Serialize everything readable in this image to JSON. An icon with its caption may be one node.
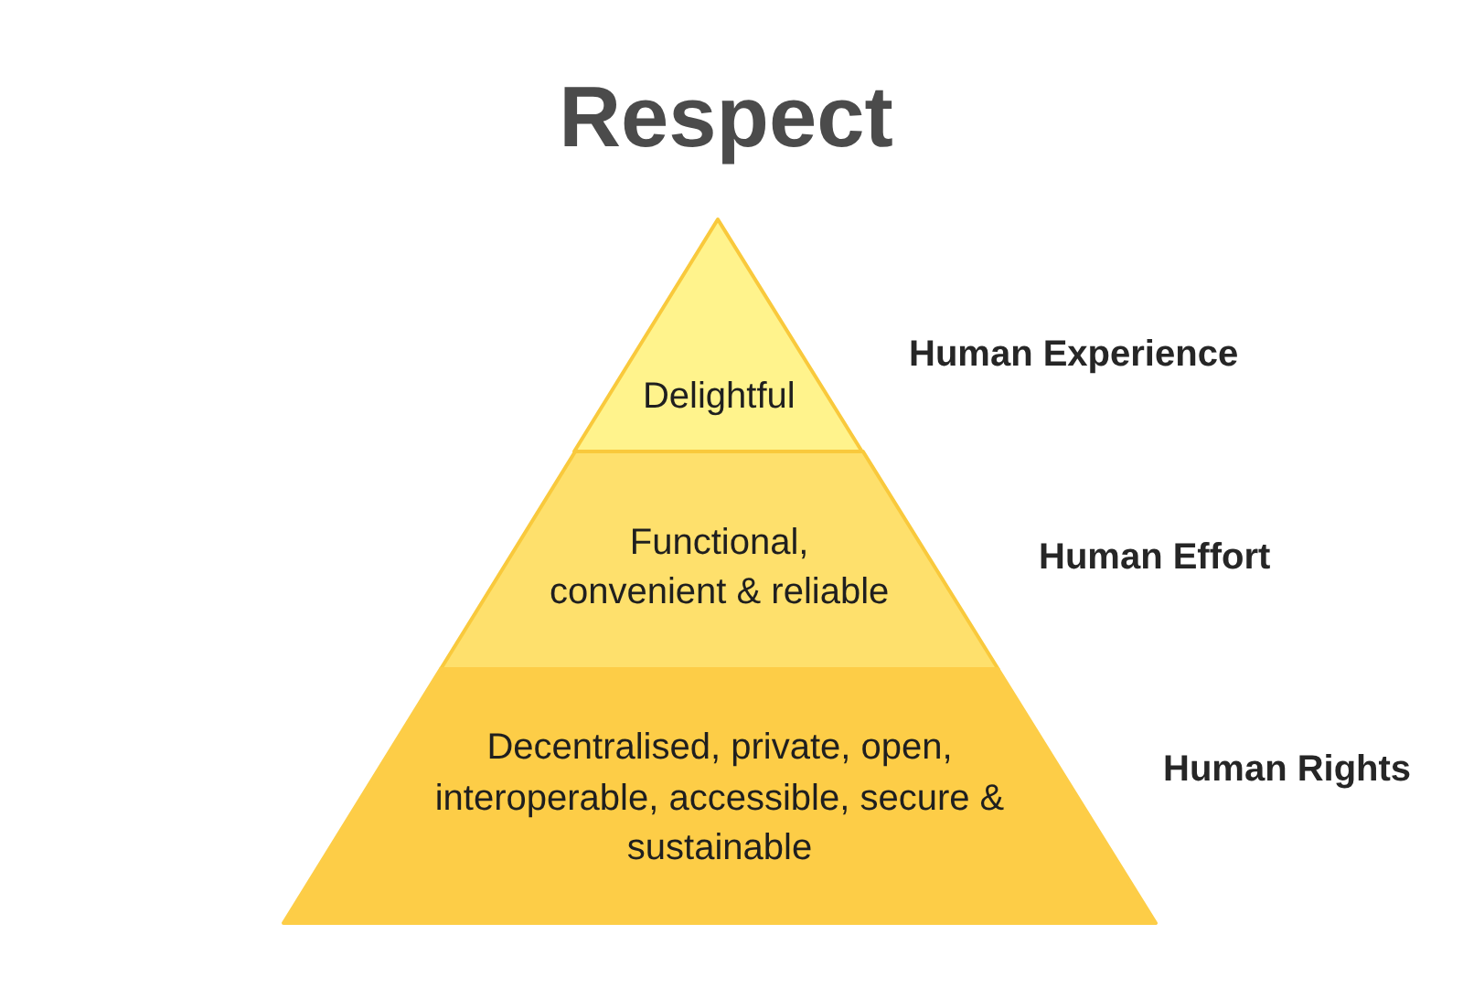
{
  "diagram": {
    "title": "Respect",
    "nodes": [
      {
        "text": [
          "Delightful"
        ],
        "beside": [
          "Human Experience"
        ]
      },
      {
        "text": [
          "Functional, convenient & reliable"
        ],
        "beside": [
          "Human Effort"
        ]
      },
      {
        "text": [
          "Decentralised, private, open, interoperable, accessible, secure & sustainable"
        ],
        "beside": [
          "Human Rights"
        ]
      }
    ]
  }
}
